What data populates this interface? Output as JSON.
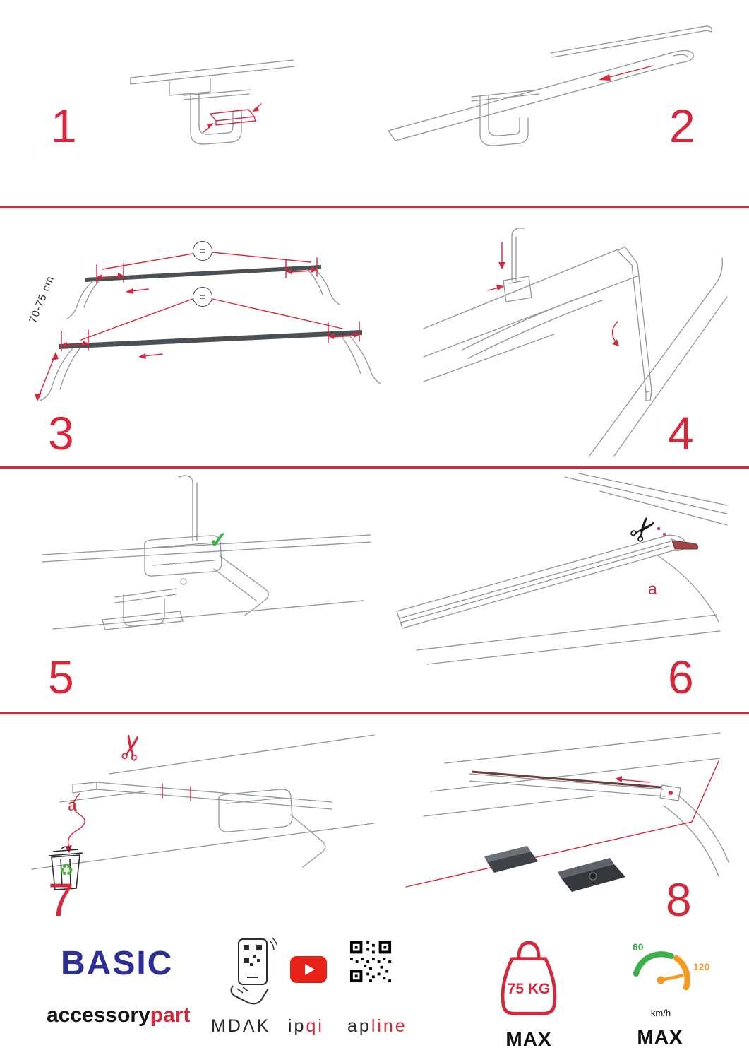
{
  "page": {
    "type": "roof-rack installation instruction sheet",
    "background": "#ffffff"
  },
  "colors": {
    "accent_red": "#d6283c",
    "logo_blue": "#2d2f92",
    "check_green": "#3bb24a",
    "gauge_green": "#3daf4b",
    "gauge_orange": "#f59a23"
  },
  "steps": [
    {
      "number": "1"
    },
    {
      "number": "2"
    },
    {
      "number": "3"
    },
    {
      "number": "4"
    },
    {
      "number": "5"
    },
    {
      "number": "6"
    },
    {
      "number": "7"
    },
    {
      "number": "8"
    }
  ],
  "step3": {
    "measurement_label": "70-75 cm",
    "equal_sign": "="
  },
  "step6": {
    "part_label": "a"
  },
  "step7": {
    "part_label": "a"
  },
  "icons": {
    "check": "✓",
    "scissors": "✂",
    "recycle": "♻"
  },
  "footer": {
    "logo": "BASIC",
    "tagline_black": "accessory",
    "tagline_red": "part",
    "partner1": "MDΛK",
    "partner2_black": "ip",
    "partner2_red": "qi",
    "partner3_black": "ap",
    "partner3_red": "line",
    "weight_value": "75 KG",
    "weight_max": "MAX",
    "speed_low": "60",
    "speed_high": "120",
    "speed_unit": "km/h",
    "speed_max": "MAX"
  }
}
